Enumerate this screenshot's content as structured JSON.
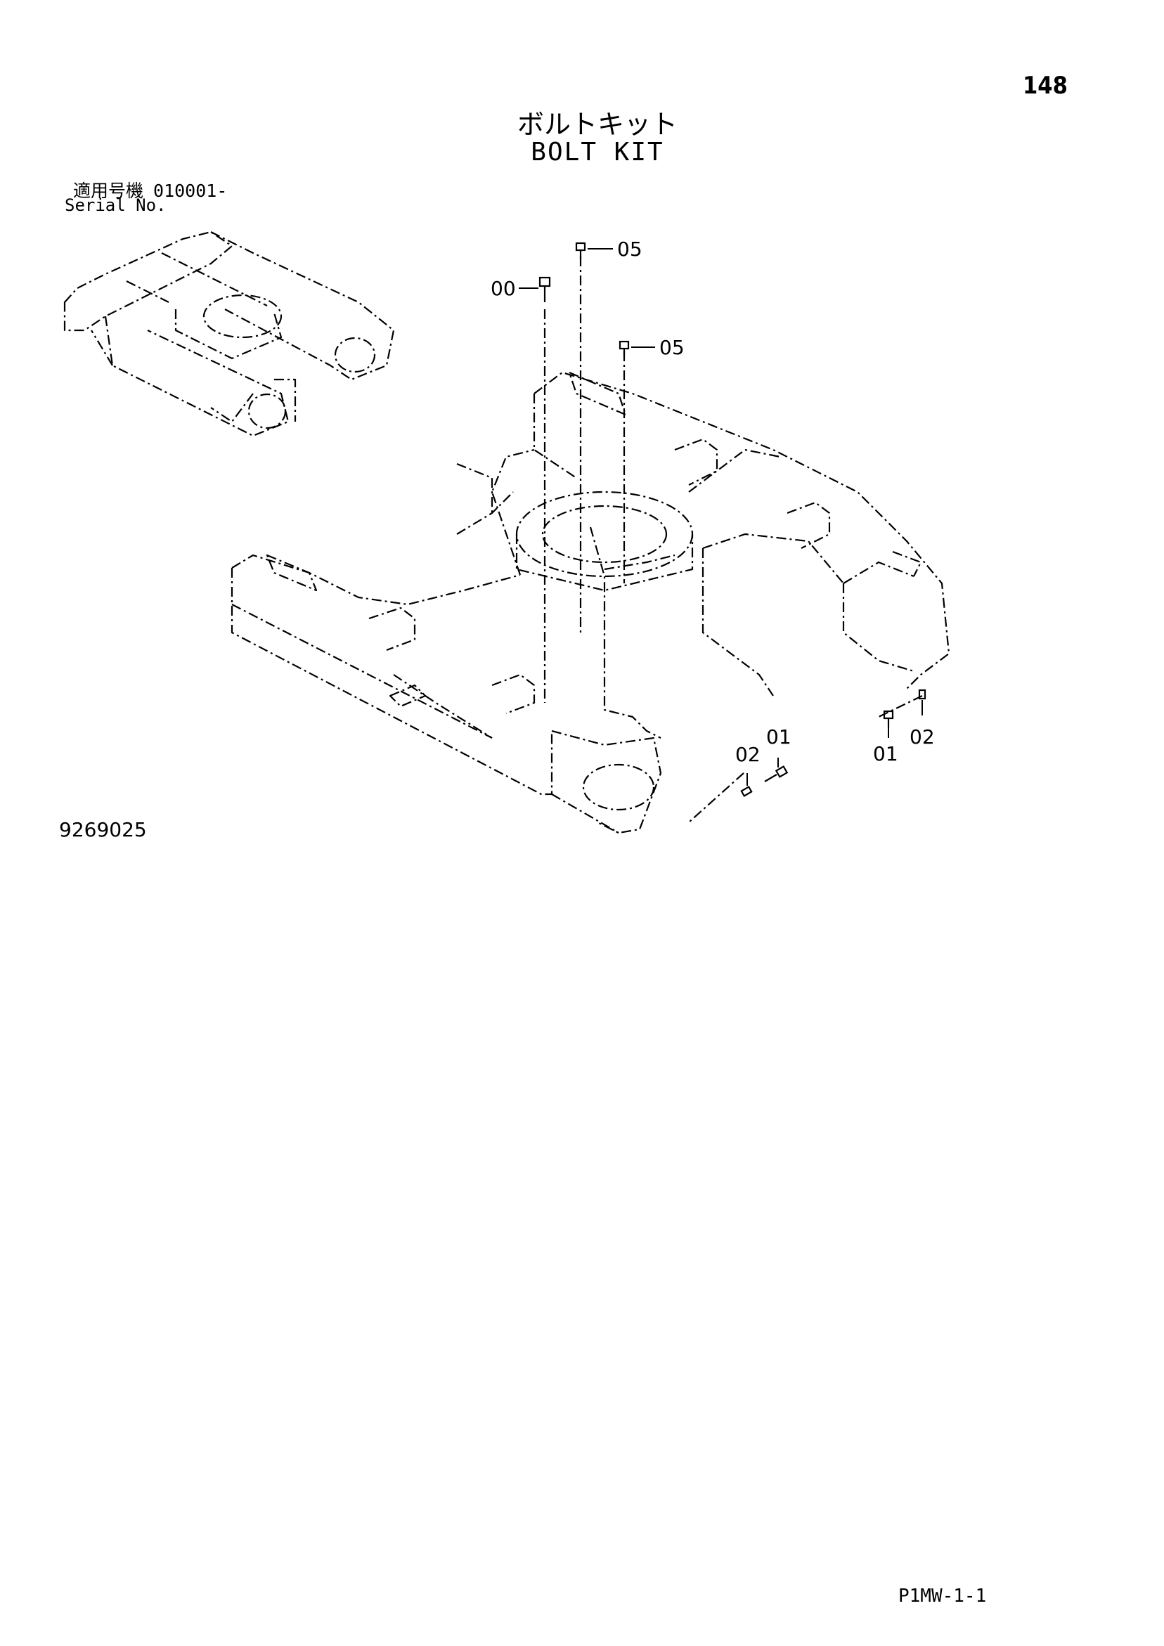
{
  "page_number": "148",
  "title": {
    "japanese": "ボルトキット",
    "english": "BOLT KIT"
  },
  "serial": {
    "label_jp": "適用号機",
    "value": "010001-",
    "label_en": "Serial No."
  },
  "drawing_number": "9269025",
  "footer_code": "P1MW-1-1",
  "callouts": {
    "c05a": "05",
    "c00": "00",
    "c05b": "05",
    "c01a": "01",
    "c02a": "02",
    "c01b": "01",
    "c02b": "02"
  }
}
